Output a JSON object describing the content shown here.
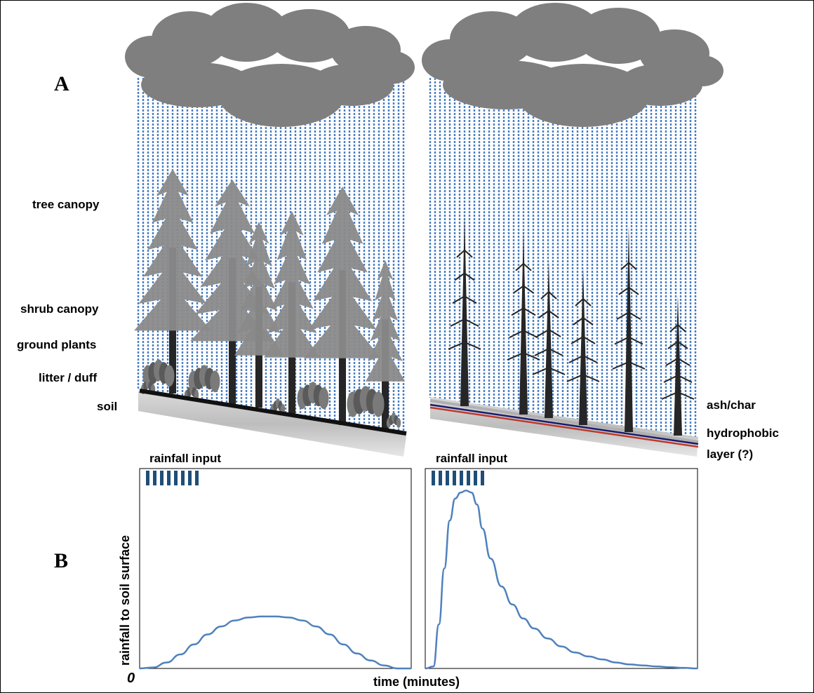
{
  "panel_labels": {
    "a": "A",
    "b": "B"
  },
  "forest_layers": [
    "tree canopy",
    "shrub canopy",
    "ground plants",
    "litter / duff",
    "soil"
  ],
  "burned_layers": {
    "ash": "ash/char",
    "hydrophobic_line1": "hydrophobic",
    "hydrophobic_line2": "layer (?)"
  },
  "rainfall_input_label": "rainfall input",
  "colors": {
    "cloud": "#7f7f7f",
    "rain": "#4a7ec2",
    "live_tree": "#8a8a8a",
    "trunk": "#262626",
    "curve": "#4f81bd",
    "rain_bar": "#1f4e79",
    "ash_line": "#1a1a6e",
    "hydrophobic_line": "#c0392b"
  },
  "chart_data": [
    {
      "type": "line",
      "title": "",
      "xlabel": "time (minutes)",
      "ylabel": "rainfall to soil surface",
      "x_origin_label": "0",
      "xlim": [
        0,
        100
      ],
      "ylim": [
        0,
        100
      ],
      "rainfall_input_bars": 8,
      "series": [
        {
          "x": [
            0,
            5,
            10,
            15,
            20,
            25,
            30,
            35,
            40,
            45,
            50,
            55,
            60,
            65,
            70,
            75,
            80,
            85,
            90,
            95,
            100
          ],
          "y": [
            0,
            0.5,
            3,
            7,
            12,
            17,
            21,
            24,
            25.5,
            26,
            26,
            25.5,
            24,
            21,
            17,
            12,
            7.5,
            4,
            1.5,
            0,
            0
          ]
        }
      ]
    },
    {
      "type": "line",
      "title": "",
      "xlabel": "time (minutes)",
      "ylabel": "rainfall to soil surface",
      "xlim": [
        0,
        100
      ],
      "ylim": [
        0,
        100
      ],
      "rainfall_input_bars": 8,
      "series": [
        {
          "x": [
            0,
            3,
            5,
            7,
            9,
            11,
            13,
            15,
            17,
            19,
            21,
            24,
            28,
            32,
            36,
            40,
            45,
            50,
            55,
            60,
            65,
            70,
            75,
            80,
            85,
            90,
            95,
            100
          ],
          "y": [
            0,
            1,
            22,
            50,
            74,
            85,
            88,
            89,
            88,
            82,
            70,
            55,
            41,
            32,
            25,
            20,
            15,
            11,
            8,
            6,
            4.5,
            3,
            2,
            1.5,
            1,
            0.6,
            0.3,
            0
          ]
        }
      ]
    }
  ]
}
